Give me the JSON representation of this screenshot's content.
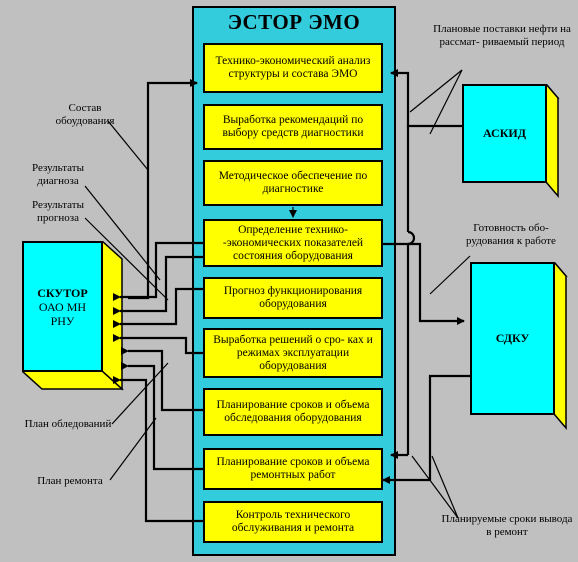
{
  "panel": {
    "title": "ЭСТОР ЭМО"
  },
  "blocks": [
    "Технико-экономический анализ структуры и состава ЭМО",
    "Выработка рекомендаций по выбору средств диагностики",
    "Методическое обеспечение по диагностике",
    "Определение технико- -экономических показателей состояния оборудования",
    "Прогноз функционирования оборудования",
    "Выработка решений о сро- ках и режимах эксплуатации оборудования",
    "Планирование сроков и объема обследования оборудования",
    "Планирование сроков и объема ремонтных работ",
    "Контроль технического обслуживания и ремонта"
  ],
  "systems": {
    "askid": "АСКИД",
    "sdku": "СДКУ",
    "skutor_line1": "СКУТОР",
    "skutor_line2": "ОАО МН",
    "skutor_line3": "РНУ"
  },
  "notes": {
    "planned_supplies": "Плановые поставки нефти на рассмат- риваемый период",
    "equipment_composition": "Состав обоудования",
    "diagnosis_results": "Результаты диагноза",
    "forecast_results": "Результаты прогноза",
    "equipment_readiness": "Готовность обо- рудования к работе",
    "survey_plan": "План обледований",
    "repair_plan": "План ремонта",
    "planned_downtime": "Планируемые сроки вывода в ремонт"
  },
  "colors": {
    "background": "#c0c0c0",
    "panel": "#33ccdd",
    "block": "#ffff00",
    "system_face": "#00ffff",
    "system_side": "#ffff00",
    "line": "#000000"
  }
}
